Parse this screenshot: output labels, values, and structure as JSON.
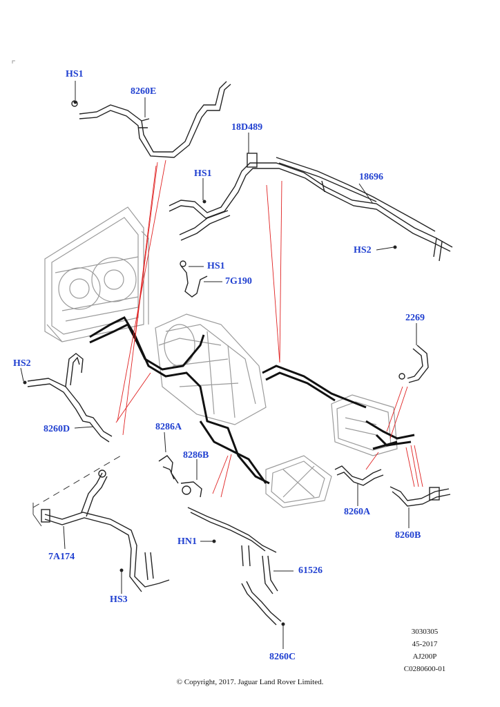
{
  "callouts": {
    "hs1_top": "HS1",
    "c8260e": "8260E",
    "c18d489": "18D489",
    "hs1_mid": "HS1",
    "c18696": "18696",
    "hs2_right": "HS2",
    "hs1_bracket": "HS1",
    "c7g190": "7G190",
    "c2269": "2269",
    "hs2_left": "HS2",
    "c8260d": "8260D",
    "c8286a": "8286A",
    "c8286b": "8286B",
    "c8260a": "8260A",
    "c8260b": "8260B",
    "hn1": "HN1",
    "c7a174": "7A174",
    "c61526": "61526",
    "hs3": "HS3",
    "c8260c": "8260C"
  },
  "reference": {
    "line1": "3030305",
    "line2": "45-2017",
    "line3": "AJ200P",
    "line4": "C0280600-01"
  },
  "copyright": "© Copyright, 2017. Jaguar Land Rover Limited.",
  "colors": {
    "callout": "#1f3fd0",
    "leader_red": "#e02020",
    "line": "#222222"
  }
}
